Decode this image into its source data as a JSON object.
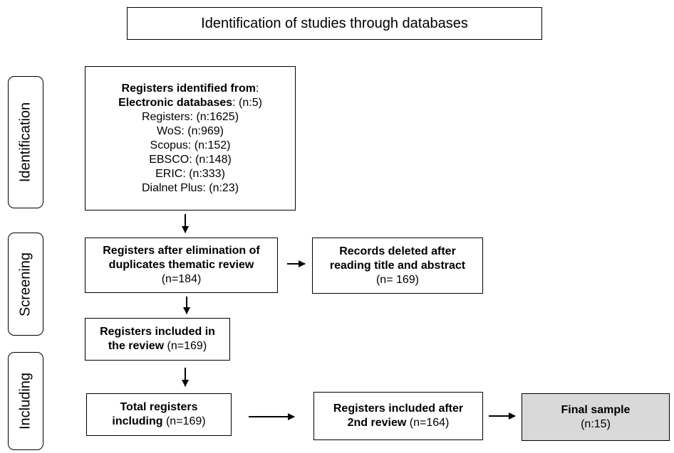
{
  "title": "Identification of studies through databases",
  "phases": {
    "identification": "Identification",
    "screening": "Screening",
    "including": "Including"
  },
  "identified": {
    "heading_bold": "Registers identified from",
    "heading_rest": ":",
    "db_bold": "Electronic databases",
    "db_rest": ": (n:5)",
    "items": [
      "Registers: (n:1625)",
      "WoS: (n:969)",
      "Scopus: (n:152)",
      "EBSCO: (n:148)",
      "ERIC: (n:333)",
      "Dialnet Plus: (n:23)"
    ]
  },
  "after_duplicates": {
    "line1": "Registers after elimination of",
    "line2": "duplicates thematic review",
    "count": "(n=184)"
  },
  "deleted": {
    "line1": "Records deleted after",
    "line2": "reading title and abstract",
    "count": "(n= 169)"
  },
  "included_review": {
    "line1": "Registers included in",
    "line2_bold": "the review",
    "line2_rest": " (n=169)"
  },
  "total_including": {
    "line1": "Total registers",
    "line2_bold": "including",
    "line2_rest": " (n=169)"
  },
  "second_review": {
    "line1": "Registers included after",
    "line2_bold": "2nd review",
    "line2_rest": " (n=164)"
  },
  "final_sample": {
    "label": "Final sample",
    "count": "(n:15)",
    "fill": "#d9d9d9"
  }
}
